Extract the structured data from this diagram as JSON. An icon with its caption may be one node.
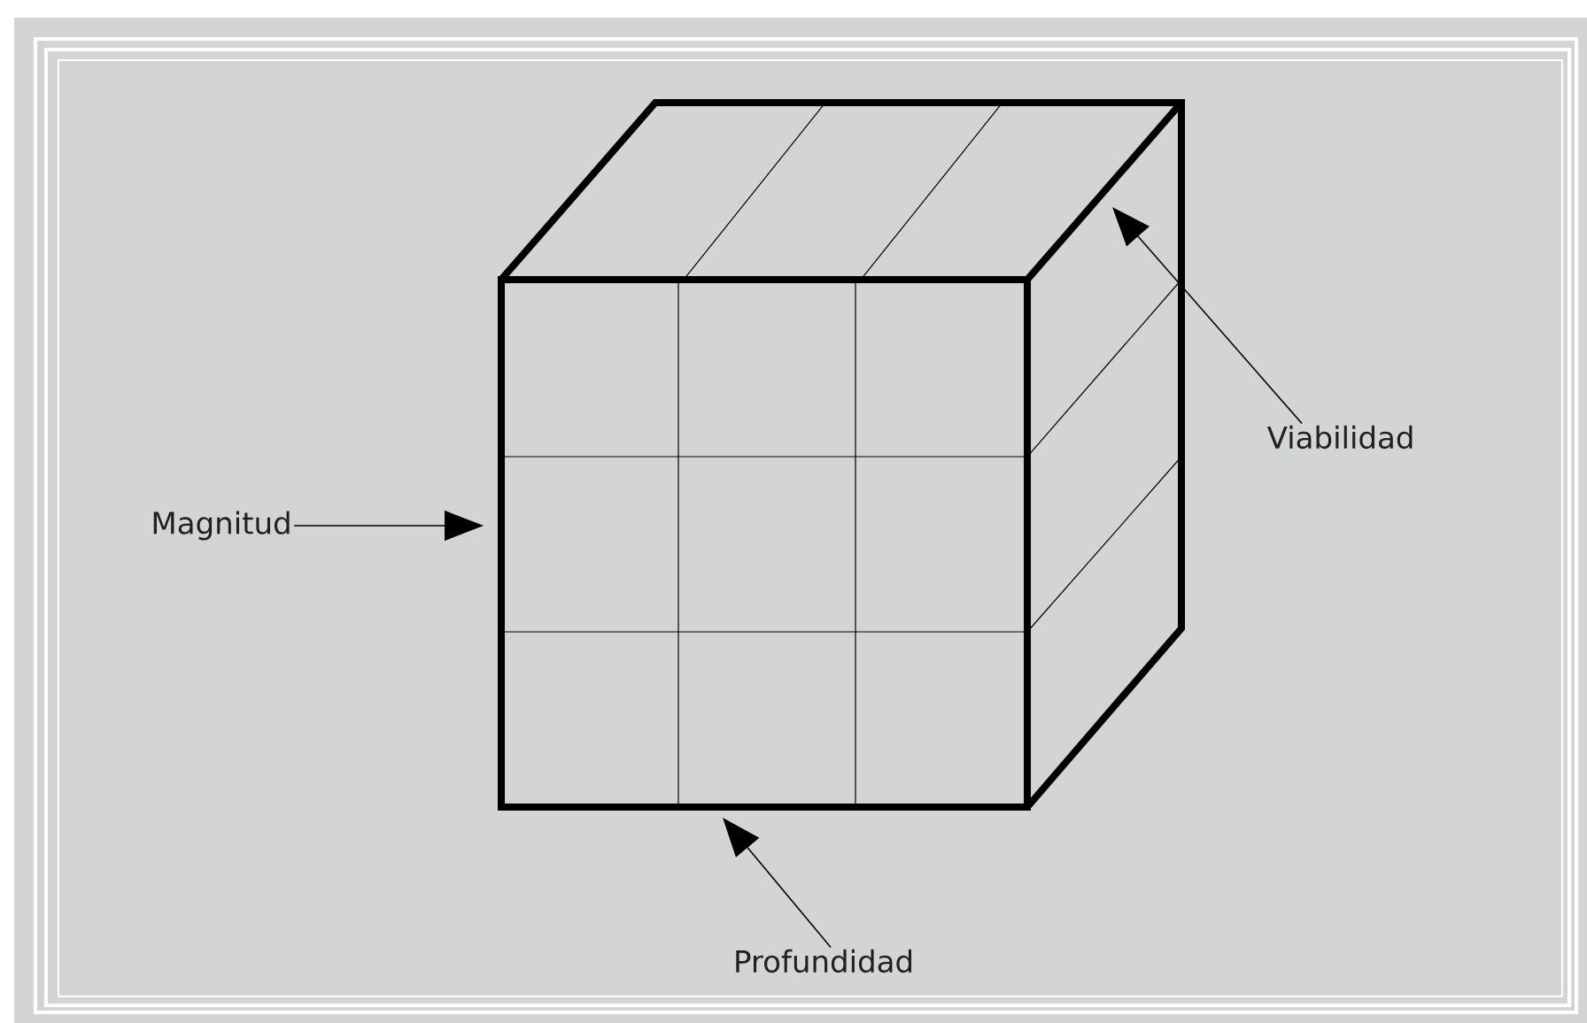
{
  "diagram": {
    "nodes": [
      {
        "text": [
          "Magnitud"
        ]
      },
      {
        "text": [
          "Viabilidad"
        ]
      },
      {
        "text": [
          "Profundidad"
        ]
      },
      {
        "text": [],
        "shape": "box"
      }
    ],
    "edges": [
      {
        "from": 0,
        "to": 3,
        "arrow": "to"
      },
      {
        "from": 1,
        "to": null,
        "arrow": "to"
      },
      {
        "from": 2,
        "to": 3,
        "arrow": "to"
      }
    ]
  }
}
